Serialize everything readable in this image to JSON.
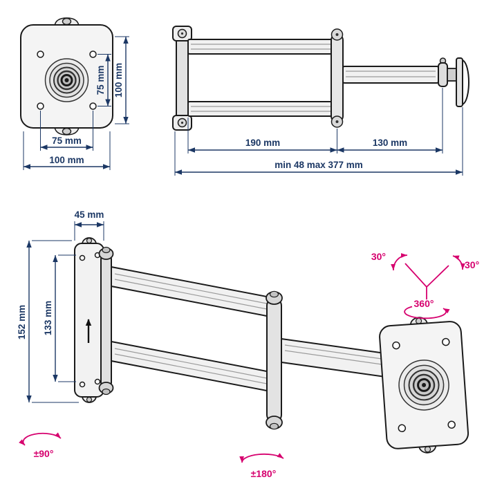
{
  "page": {
    "title": "Articulating wall mount dimensional drawing",
    "background": "#ffffff"
  },
  "colors": {
    "dimension_blue": "#1b3764",
    "rotation_magenta": "#d6006e",
    "outline_black": "#1a1a1a",
    "fill_light": "#f2f2f2"
  },
  "views": {
    "front_plate": {
      "dim_vertical_inner": "75 mm",
      "dim_vertical_outer": "100 mm",
      "dim_horizontal_inner": "75 mm",
      "dim_horizontal_outer": "100 mm"
    },
    "top_view": {
      "dim_arm1": "190 mm",
      "dim_arm2": "130 mm",
      "dim_total": "min 48 max 377 mm"
    },
    "perspective": {
      "dim_depth": "45 mm",
      "dim_height_outer": "152 mm",
      "dim_height_inner": "133 mm",
      "rot_tilt_left": "30°",
      "rot_tilt_right": "30°",
      "rot_swivel": "360°",
      "rot_base": "±90°",
      "rot_elbow": "±180°"
    }
  }
}
